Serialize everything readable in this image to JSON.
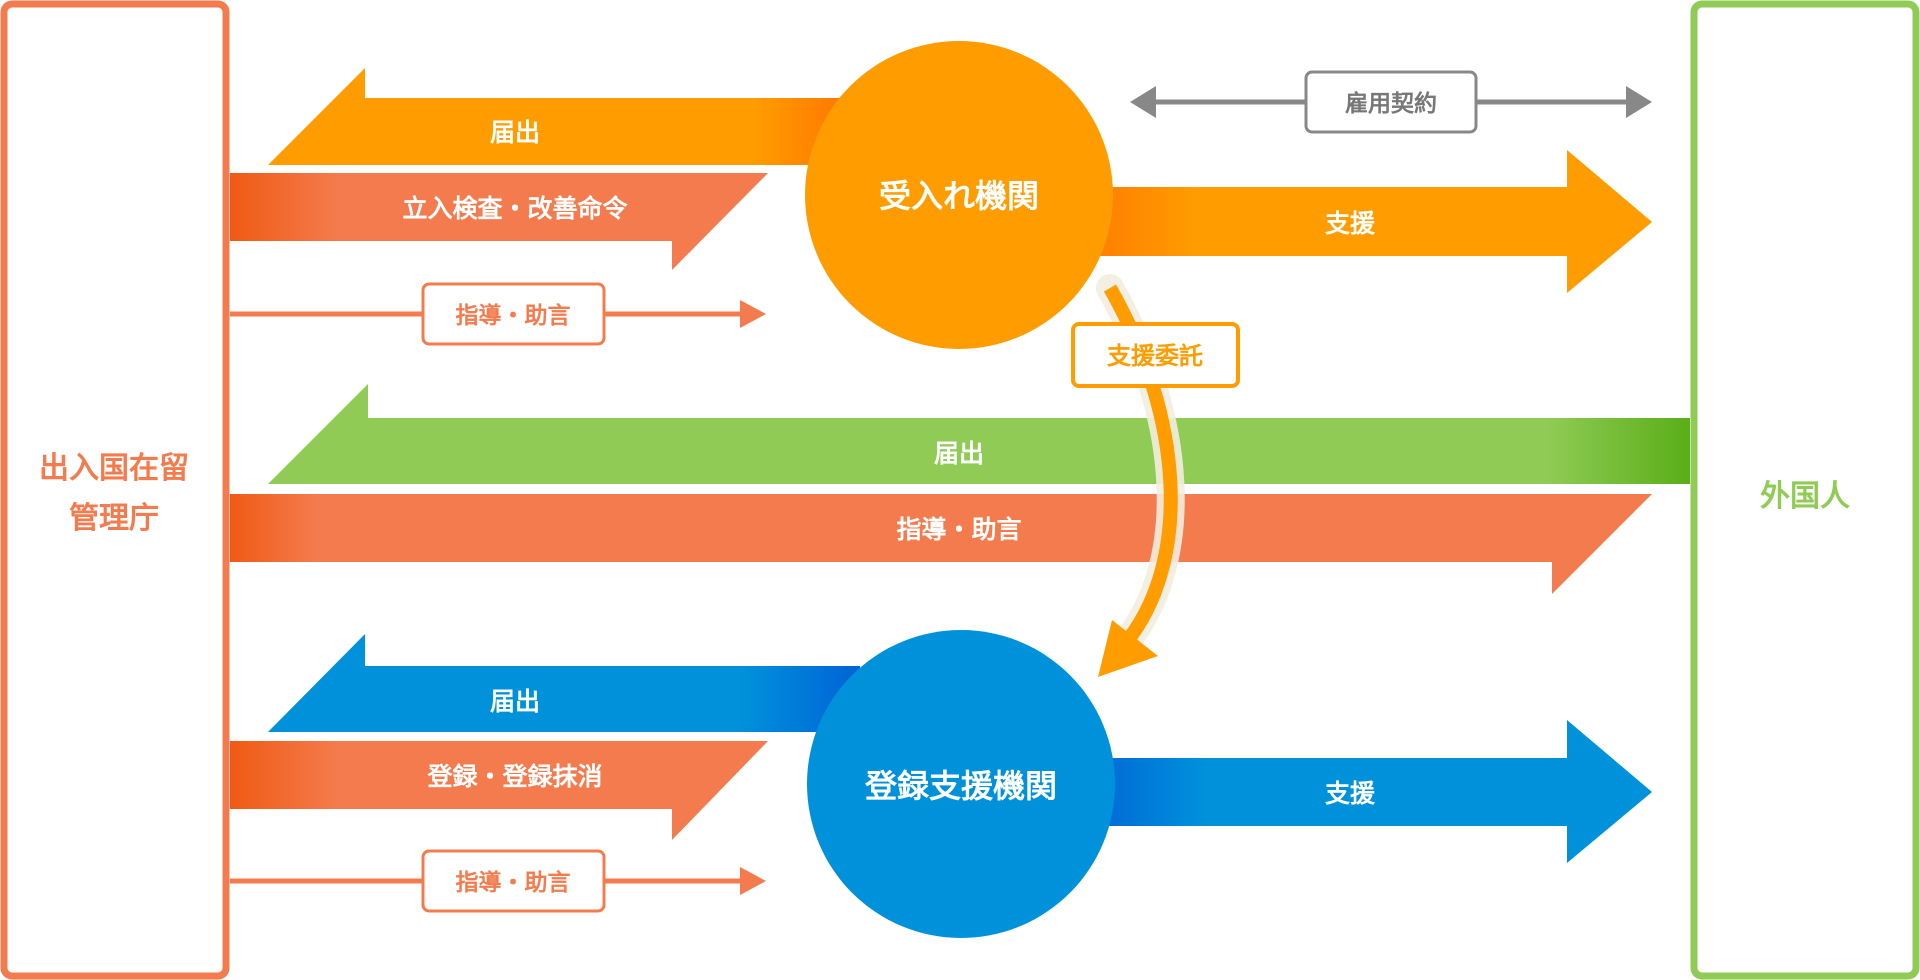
{
  "entities": {
    "immigration_agency": "出入国在留管理庁",
    "immigration_agency_line1": "出入国在留",
    "immigration_agency_line2": "管理庁",
    "foreign_national": "外国人",
    "host_org": "受入れ機関",
    "support_org": "登録支援機関"
  },
  "arrows": {
    "host_notify": "届出",
    "host_inspect": "立入検査・改善命令",
    "host_guidance": "指導・助言",
    "host_support": "支援",
    "employment_contract": "雇用契約",
    "support_entrust": "支援委託",
    "foreign_notify": "届出",
    "foreign_guidance": "指導・助言",
    "support_notify": "届出",
    "support_register": "登録・登録抹消",
    "support_guidance": "指導・助言",
    "support_support": "支援"
  },
  "colors": {
    "agency": "#F47B4D",
    "agency_dark": "#F05A14",
    "host": "#FF9C00",
    "host_dark": "#FF7A00",
    "foreign": "#8FCB55",
    "foreign_dark": "#5AAE18",
    "support": "#0091DB",
    "support_dark": "#0063D6",
    "contract": "#888888"
  }
}
